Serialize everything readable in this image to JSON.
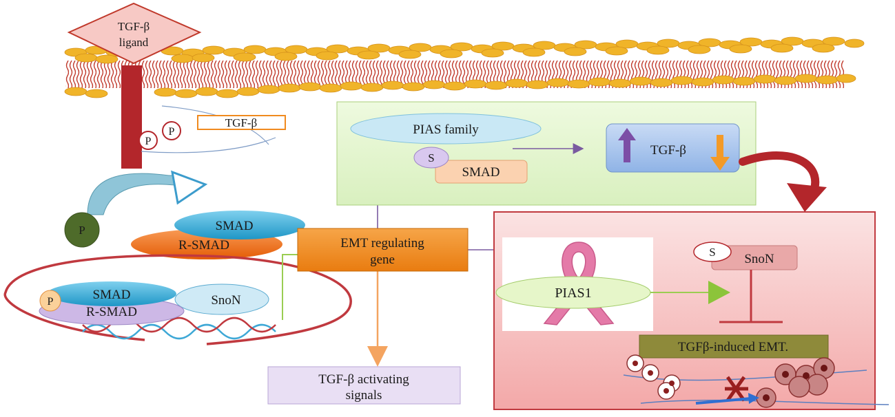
{
  "ligand": {
    "line1": "TGF-β",
    "line2": "ligand"
  },
  "receptor": {
    "phospho1": "P",
    "phospho2": "P",
    "tgf_label": "TGF-β"
  },
  "cytoplasm": {
    "phospho_free": "P",
    "smad": "SMAD",
    "rsmad": "R-SMAD"
  },
  "nucleus": {
    "phospho": "P",
    "smad": "SMAD",
    "rsmad": "R-SMAD",
    "snon": "SnoN"
  },
  "emt_gene": {
    "line1": "EMT regulating",
    "line2": "gene"
  },
  "activating": {
    "line1": "TGF-β activating",
    "line2": "signals"
  },
  "pias_box": {
    "pias_family": "PIAS family",
    "sumo": "S",
    "smad": "SMAD",
    "tgf": "TGF-β"
  },
  "pias1_box": {
    "pias1": "PIAS1",
    "sumo": "S",
    "snon": "SnoN",
    "emt_label": "TGFβ-induced EMT."
  },
  "colors": {
    "receptor": "#b3262b",
    "emt_orange": "#f08a1e",
    "green_panel": "#e6f6cf",
    "pink_panel": "#f7c4c4",
    "smad_blue": "#2ba3cf",
    "rsmad_orange": "#f06d10"
  }
}
